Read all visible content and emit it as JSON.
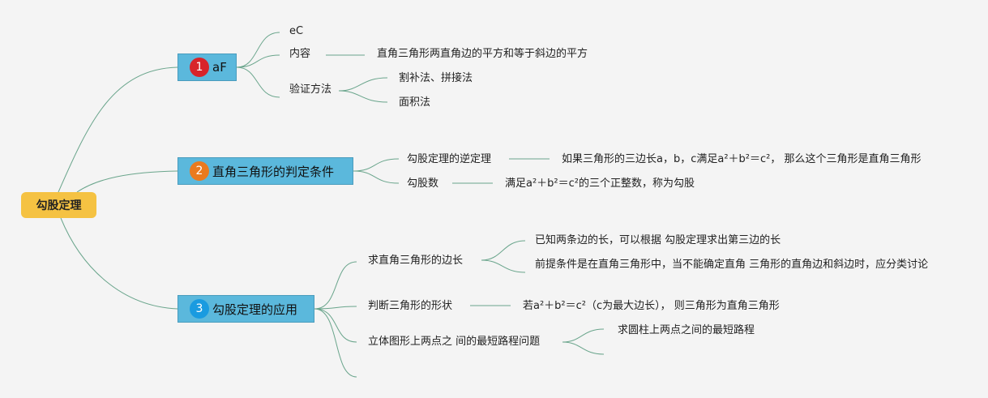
{
  "root": {
    "label": "勾股定理"
  },
  "branches": [
    {
      "number": "1",
      "label": "aF",
      "badge_color": "#d8242a",
      "items": [
        {
          "label": "eC"
        },
        {
          "label": "内容",
          "detail": "直角三角形两直角边的平方和等于斜边的平方"
        },
        {
          "label": "验证方法",
          "children": [
            "割补法、拼接法",
            "面积法"
          ]
        }
      ]
    },
    {
      "number": "2",
      "label": "直角三角形的判定条件",
      "badge_color": "#ea7a1e",
      "items": [
        {
          "label": "勾股定理的逆定理",
          "detail": "如果三角形的三边长a，b，c满足a²＋b²＝c²， 那么这个三角形是直角三角形"
        },
        {
          "label": "勾股数",
          "detail": "满足a²＋b²＝c²的三个正整数，称为勾股"
        }
      ]
    },
    {
      "number": "3",
      "label": "勾股定理的应用",
      "badge_color": "#1a9be0",
      "items": [
        {
          "label": "求直角三角形的边长",
          "children": [
            "已知两条边的长，可以根据 勾股定理求出第三边的长",
            "前提条件是在直角三角形中，当不能确定直角 三角形的直角边和斜边时，应分类讨论"
          ]
        },
        {
          "label": "判断三角形的形状",
          "detail": "若a²＋b²＝c²（c为最大边长）， 则三角形为直角三角形"
        },
        {
          "label": "立体图形上两点之 间的最短路程问题",
          "children": [
            "求圆柱上两点之间的最短路程"
          ]
        }
      ]
    }
  ],
  "colors": {
    "line": "#6aa58c",
    "root": "#f5c242",
    "branch": "#5bb8dc"
  }
}
